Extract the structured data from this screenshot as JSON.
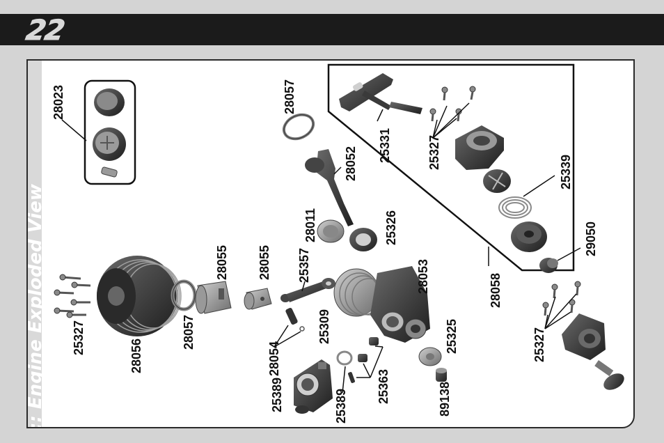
{
  "page": {
    "number": "22"
  },
  "section": {
    "title": ":: Engine Exploded View"
  },
  "parts": {
    "p28023": "28023",
    "p28057_top": "28057",
    "p28052": "28052",
    "p28011": "28011",
    "p25326": "25326",
    "p25331": "25331",
    "p25327_top": "25327",
    "p25339": "25339",
    "p29050": "29050",
    "p28058": "28058",
    "p25327_left": "25327",
    "p28056": "28056",
    "p28057_mid": "28057",
    "p28055_a": "28055",
    "p28055_b": "28055",
    "p25357": "25357",
    "p28054": "28054",
    "p25309": "25309",
    "p28053": "28053",
    "p25325": "25325",
    "p25363": "25363",
    "p89138": "89138",
    "p25389_a": "25389",
    "p25389_b": "25389",
    "p25327_bottom": "25327"
  },
  "colors": {
    "header_bg": "#1b1b1b",
    "page_bg": "#d4d4d4",
    "part_dark": "#3a3a3a",
    "part_mid": "#7a7a7a",
    "part_light": "#b5b5b5"
  }
}
